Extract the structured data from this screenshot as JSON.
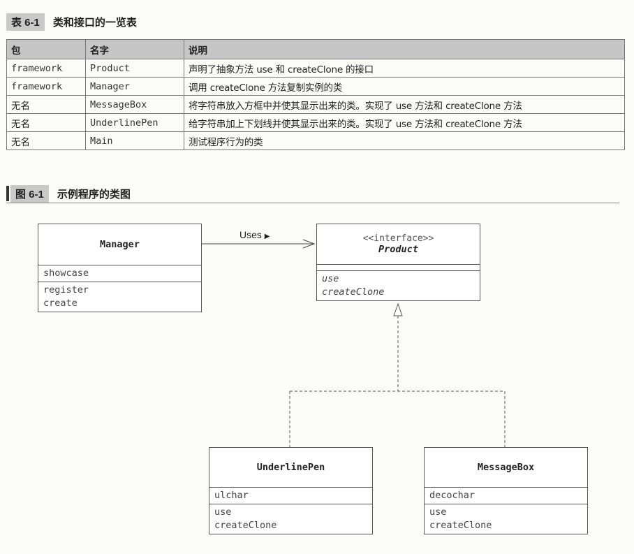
{
  "table": {
    "caption_tag": "表 6-1",
    "caption_title": "类和接口的一览表",
    "headers": [
      "包",
      "名字",
      "说明"
    ],
    "rows": [
      [
        "framework",
        "Product",
        "声明了抽象方法 use 和 createClone 的接口"
      ],
      [
        "framework",
        "Manager",
        "调用 createClone 方法复制实例的类"
      ],
      [
        "无名",
        "MessageBox",
        "将字符串放入方框中并使其显示出来的类。实现了 use 方法和 createClone 方法"
      ],
      [
        "无名",
        "UnderlinePen",
        "给字符串加上下划线并使其显示出来的类。实现了 use 方法和 createClone 方法"
      ],
      [
        "无名",
        "Main",
        "测试程序行为的类"
      ]
    ]
  },
  "figure": {
    "caption_tag": "图 6-1",
    "caption_title": "示例程序的类图",
    "uses_label": "Uses",
    "uses_arrow_icon": "triangle-right-icon",
    "manager": {
      "name": "Manager",
      "fields": [
        "showcase"
      ],
      "methods": [
        "register",
        "create"
      ]
    },
    "product": {
      "stereotype": "<<interface>>",
      "name": "Product",
      "fields": [],
      "methods": [
        "use",
        "createClone"
      ]
    },
    "underlinepen": {
      "name": "UnderlinePen",
      "fields": [
        "ulchar"
      ],
      "methods": [
        "use",
        "createClone"
      ]
    },
    "messagebox": {
      "name": "MessageBox",
      "fields": [
        "decochar"
      ],
      "methods": [
        "use",
        "createClone"
      ]
    }
  }
}
